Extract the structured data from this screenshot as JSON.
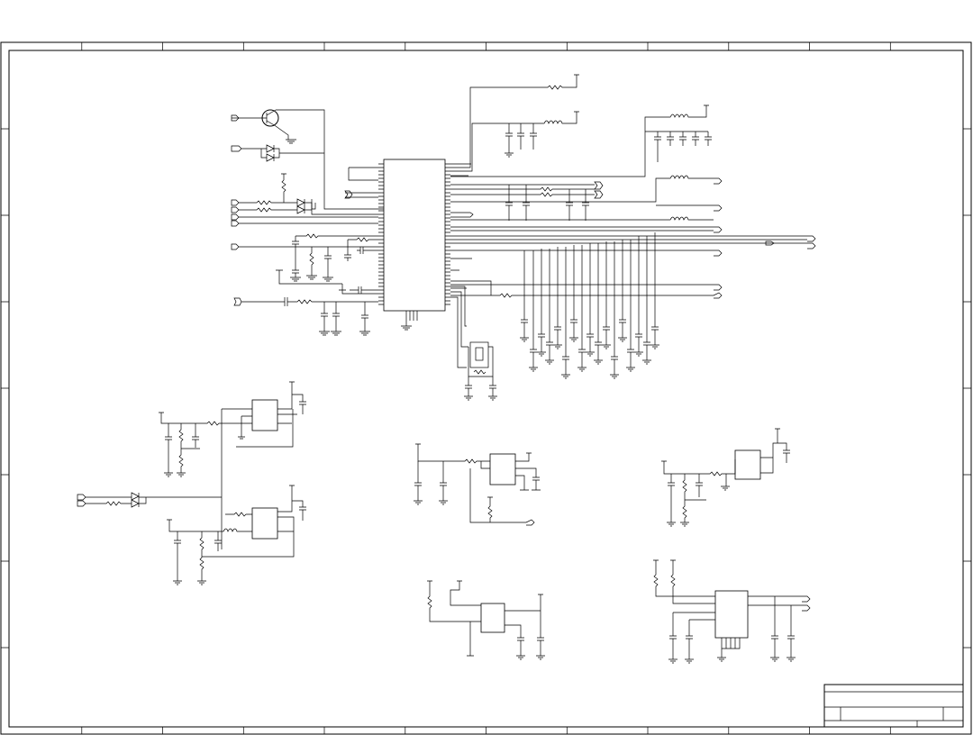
{
  "document": {
    "kind": "electronic schematic drawing sheet",
    "colors": {
      "ink": "#000000",
      "paper": "#ffffff"
    },
    "zone_columns": 12,
    "zone_rows": 8,
    "title_block": {
      "text": ""
    },
    "circuit_blocks": [
      "main-ic-block",
      "regulator-left-upper",
      "regulator-left-lower",
      "regulator-center",
      "regulator-right",
      "regulator-bottom-center",
      "ic-bottom-right"
    ]
  }
}
